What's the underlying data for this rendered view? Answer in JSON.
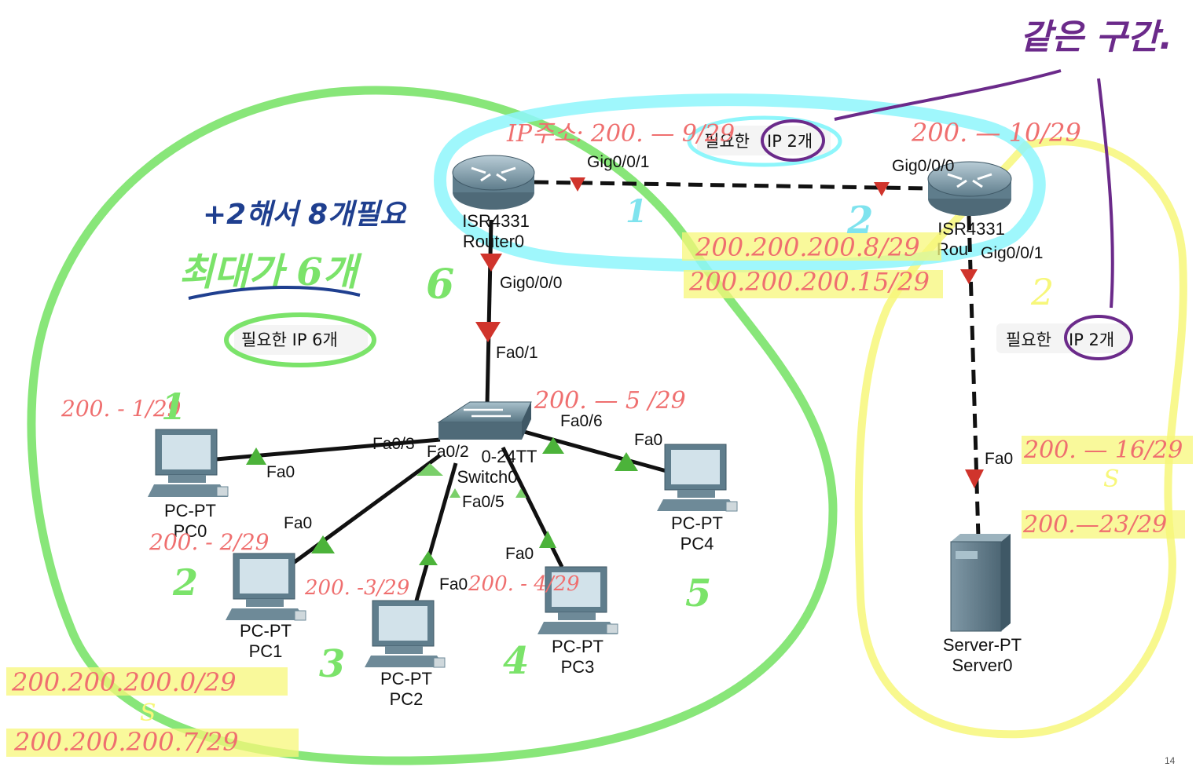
{
  "devices": {
    "router0": {
      "type": "ISR4331",
      "name": "Router0"
    },
    "router1": {
      "type": "ISR4331",
      "name": "Rou"
    },
    "switch0": {
      "type": "0-24TT",
      "name": "Switch0"
    },
    "pc0": {
      "type": "PC-PT",
      "name": "PC0"
    },
    "pc1": {
      "type": "PC-PT",
      "name": "PC1"
    },
    "pc2": {
      "type": "PC-PT",
      "name": "PC2"
    },
    "pc3": {
      "type": "PC-PT",
      "name": "PC3"
    },
    "pc4": {
      "type": "PC-PT",
      "name": "PC4"
    },
    "server0": {
      "type": "Server-PT",
      "name": "Server0"
    }
  },
  "ports": {
    "r0_gig001": "Gig0/0/1",
    "r1_gig000": "Gig0/0/0",
    "r0_gig000": "Gig0/0/0",
    "r1_gig001": "Gig0/0/1",
    "sw_fa01": "Fa0/1",
    "sw_fa03": "Fa0/3",
    "sw_fa02": "Fa0/2",
    "sw_fa05": "Fa0/5",
    "sw_fa06": "Fa0/6",
    "pc0_fa0": "Fa0",
    "pc1_fa0": "Fa0",
    "pc2_fa0": "Fa0",
    "pc3_fa0": "Fa0",
    "pc4_fa0": "Fa0",
    "server_fa0": "Fa0"
  },
  "boxes": {
    "lan_required": "필요한 IP 6개",
    "wan_required_prefix": "필요한 ",
    "wan_required_ip": "IP 2개",
    "server_required_prefix": "필요한 ",
    "server_required_ip": "IP 2개"
  },
  "annotations": {
    "same_section": "같은 구간.",
    "plus2_need8": "+2해서 8개필요",
    "max6": "최대가 6개",
    "six": "6",
    "ip_label": "IP주소: 200. — 9/29",
    "r1_ip": "200. — 10/29",
    "wan_net": "200.200.200.8/29",
    "wan_bcast": "200.200.200.15/29",
    "link1": "1",
    "link2": "2",
    "server_gw_count": "2",
    "pc0_ip": "200. - 1/29",
    "pc0_num": "1",
    "pc1_ip": "200. - 2/29",
    "pc1_num": "2",
    "pc2_ip": "200. -3/29",
    "pc2_num": "3",
    "pc3_ip": "200. - 4/29",
    "pc3_num": "4",
    "pc4_ip": "200. — 5 /29",
    "pc4_num": "5",
    "lan_net": "200.200.200.0/29",
    "lan_tilde": "S",
    "lan_bcast": "200.200.200.7/29",
    "srv_net": "200. — 16/29",
    "srv_tilde": "S",
    "srv_bcast": "200.—23/29"
  },
  "page_number": "14",
  "colors": {
    "green": "#7be36a",
    "cyan": "#8ef6fb",
    "yellow": "#f6f66a",
    "purple": "#6b2a8a",
    "red": "#ef6f6f",
    "link_arrow_red": "#d0342c",
    "link_arrow_green": "#4cb33a"
  }
}
